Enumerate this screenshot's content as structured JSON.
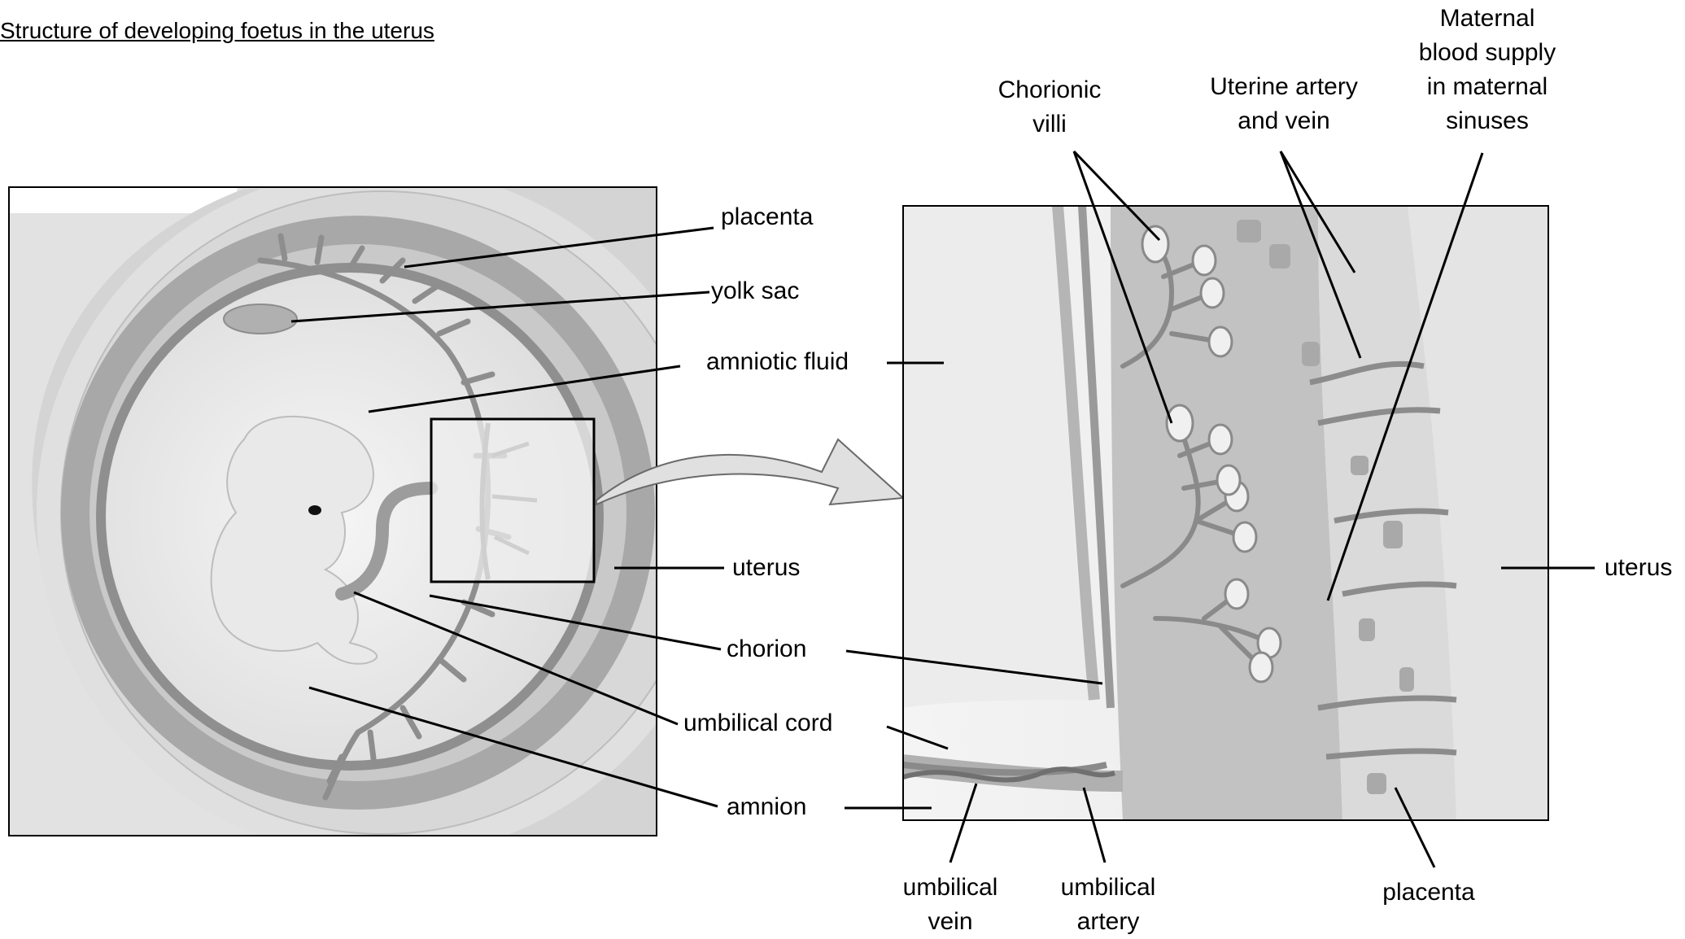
{
  "title": "Structure of developing foetus in the uterus",
  "left_labels": {
    "placenta": "placenta",
    "yolk_sac": "yolk sac",
    "amniotic_fluid": "amniotic fluid",
    "uterus": "uterus",
    "chorion": "chorion",
    "umbilical_cord": "umbilical cord",
    "amnion": "amnion"
  },
  "right_labels": {
    "chorionic_villi": [
      "Chorionic",
      "villi"
    ],
    "uterine_artery_vein": [
      "Uterine artery",
      "and vein"
    ],
    "maternal_blood": [
      "Maternal",
      "blood supply",
      "in maternal",
      "sinuses"
    ],
    "uterus": "uterus",
    "umbilical_vein": [
      "umbilical",
      "vein"
    ],
    "umbilical_artery": [
      "umbilical",
      "artery"
    ],
    "placenta": "placenta"
  }
}
